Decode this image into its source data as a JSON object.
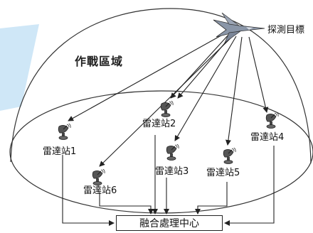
{
  "labels": {
    "target": "探測目標",
    "zone": "作戰區域",
    "fusion": "融合處理中心",
    "stations": [
      "雷達站1",
      "雷達站2",
      "雷達站3",
      "雷達站4",
      "雷達站5",
      "雷達站6"
    ]
  },
  "icons": {
    "aircraft": "fighter-jet-icon",
    "radar": "radar-dish-icon"
  },
  "colors": {
    "line": "#222222",
    "panel": "#cfe7f7",
    "jet": "#8a96a8"
  }
}
